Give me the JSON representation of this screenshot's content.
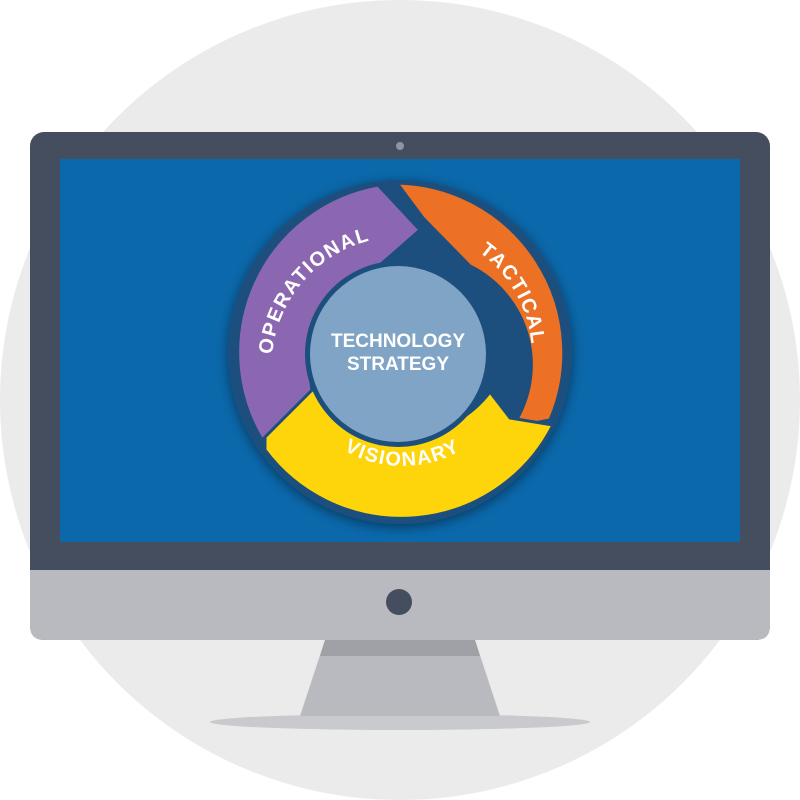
{
  "diagram": {
    "center": {
      "line1": "TECHNOLOGY",
      "line2": "STRATEGY"
    },
    "segments": [
      {
        "id": "operational",
        "label": "OPERATIONAL",
        "color": "#8a67b0"
      },
      {
        "id": "tactical",
        "label": "TACTICAL",
        "color": "#ec7125"
      },
      {
        "id": "visionary",
        "label": "VISIONARY",
        "color": "#fed40a"
      }
    ]
  },
  "colors": {
    "background_circle": "#ebebeb",
    "screen": "#0b68ab",
    "bezel": "#454e5e",
    "chin": "#b9bac0",
    "hub": "#7fa4c6",
    "ring_border": "#1c4f7d"
  },
  "icons": {
    "camera": "camera-dot-icon",
    "power": "power-button-icon"
  }
}
